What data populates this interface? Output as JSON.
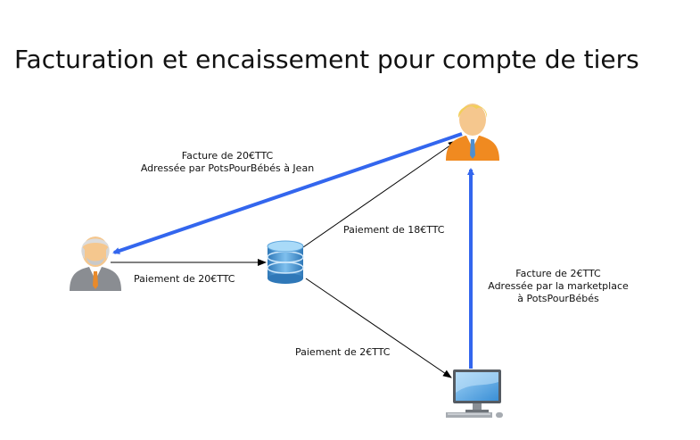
{
  "title": "Facturation et encaissement pour compte de tiers",
  "colors": {
    "invoice_arrow": "#3366ee",
    "payment_arrow": "#000000"
  },
  "nodes": {
    "buyer": {
      "icon": "elderly-man-icon"
    },
    "seller": {
      "icon": "businessman-icon"
    },
    "escrow": {
      "icon": "database-icon"
    },
    "marketplace": {
      "icon": "computer-icon"
    }
  },
  "labels": {
    "invoice_seller_line1": "Facture de 20€TTC",
    "invoice_seller_line2": "Adressée par PotsPourBébés à Jean",
    "payment_buyer": "Paiement de 20€TTC",
    "payment_seller": "Paiement de 18€TTC",
    "payment_marketplace": "Paiement de 2€TTC",
    "invoice_marketplace_line1": "Facture de 2€TTC",
    "invoice_marketplace_line2": "Adressée par la marketplace",
    "invoice_marketplace_line3": "à PotsPourBébés"
  }
}
